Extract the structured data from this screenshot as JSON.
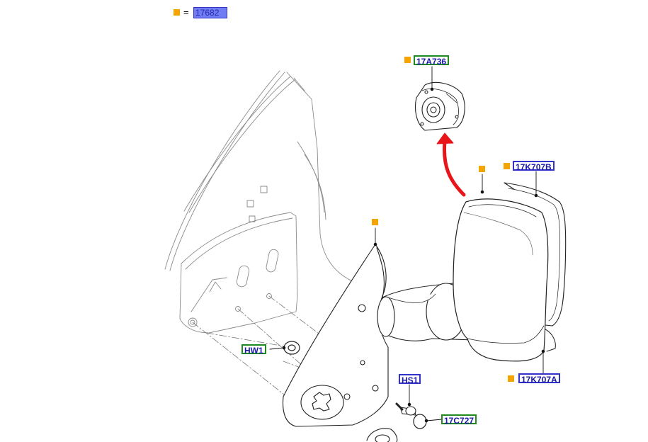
{
  "legend": {
    "equals": "=",
    "ref_code": "17682"
  },
  "callouts": [
    {
      "id": "17A736",
      "style": "green"
    },
    {
      "id": "17K707B",
      "style": "blue"
    },
    {
      "id": "17K707A",
      "style": "blue"
    },
    {
      "id": "HW1",
      "style": "green"
    },
    {
      "id": "HS1",
      "style": "blue"
    },
    {
      "id": "17C727",
      "style": "green"
    }
  ],
  "colors": {
    "marker": "#f5a500",
    "label_border_blue": "#3333cc",
    "label_border_green": "#1f8a1f",
    "label_text": "#1a1aa8",
    "highlight_bg": "#6f7cf2",
    "arrow": "#e8161b",
    "line_art": "#222222"
  },
  "icons": {
    "marker": "orange-square-marker",
    "arrow": "red-curved-arrow"
  }
}
